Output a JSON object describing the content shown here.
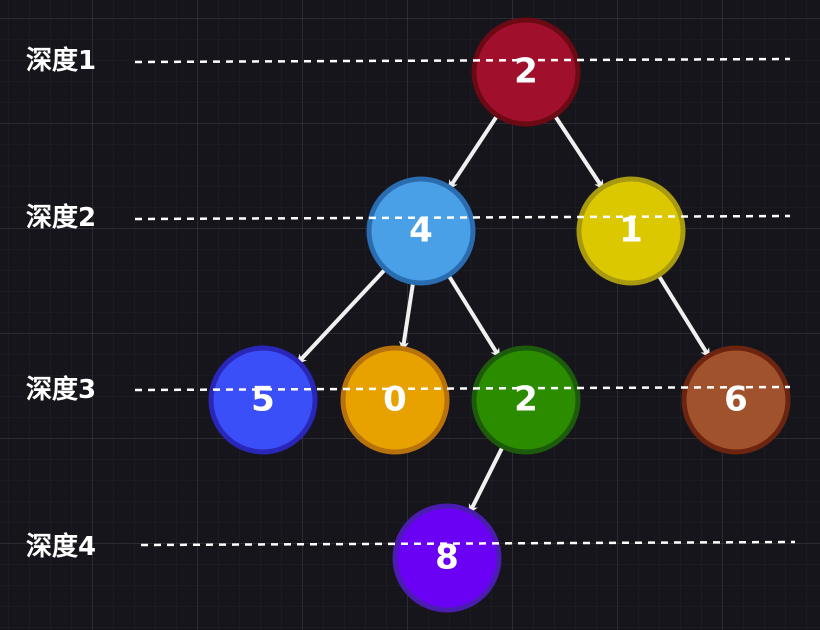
{
  "depth_labels": [
    "深度1",
    "深度2",
    "深度3",
    "深度4"
  ],
  "nodes": [
    {
      "id": "n1",
      "label": "2",
      "depth": 1,
      "fill": "#a0102c",
      "stroke": "#6b0a14"
    },
    {
      "id": "n2",
      "label": "4",
      "depth": 2,
      "fill": "#4aa0e6",
      "stroke": "#2a6cb0"
    },
    {
      "id": "n3",
      "label": "1",
      "depth": 2,
      "fill": "#dcc800",
      "stroke": "#a89a10"
    },
    {
      "id": "n4",
      "label": "5",
      "depth": 3,
      "fill": "#3a4ff8",
      "stroke": "#2a26b8"
    },
    {
      "id": "n5",
      "label": "0",
      "depth": 3,
      "fill": "#e8a200",
      "stroke": "#b8720c"
    },
    {
      "id": "n6",
      "label": "2",
      "depth": 3,
      "fill": "#2c8c00",
      "stroke": "#1c5a0c"
    },
    {
      "id": "n7",
      "label": "6",
      "depth": 3,
      "fill": "#a0522d",
      "stroke": "#6b2410"
    },
    {
      "id": "n8",
      "label": "8",
      "depth": 4,
      "fill": "#6a00f4",
      "stroke": "#4a1cb0"
    }
  ],
  "edges": [
    {
      "from": "n1",
      "to": "n2"
    },
    {
      "from": "n1",
      "to": "n3"
    },
    {
      "from": "n2",
      "to": "n4"
    },
    {
      "from": "n2",
      "to": "n5"
    },
    {
      "from": "n2",
      "to": "n6"
    },
    {
      "from": "n3",
      "to": "n7"
    },
    {
      "from": "n6",
      "to": "n8"
    }
  ]
}
